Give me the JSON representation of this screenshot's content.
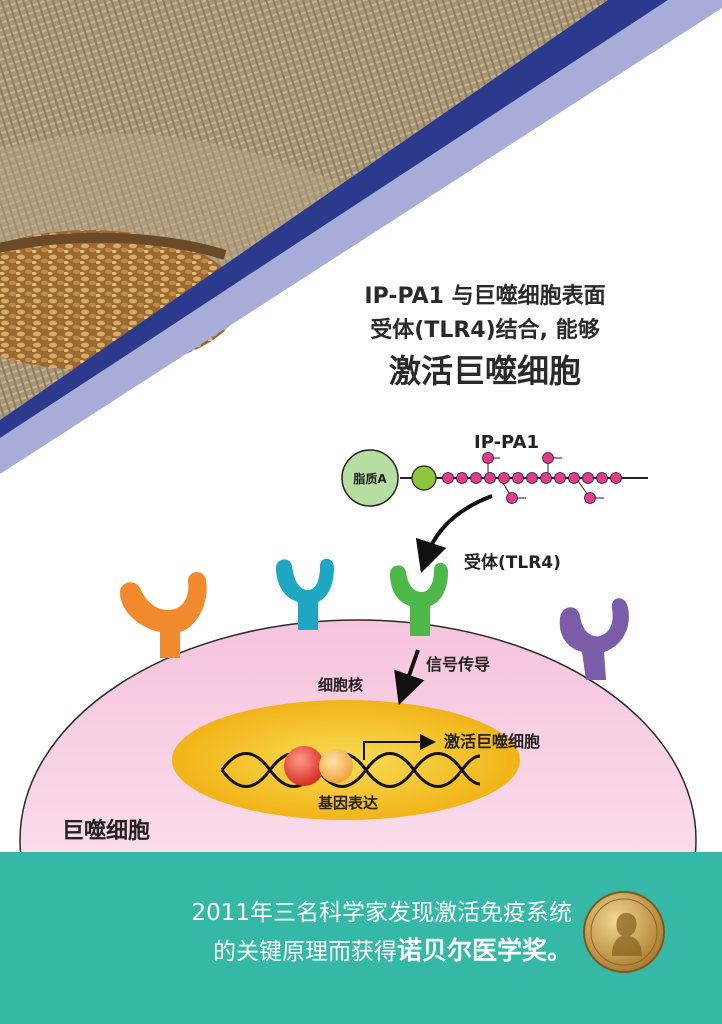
{
  "headline": {
    "line1": "IP-PA1 与巨噬细胞表面",
    "line2": "受体(TLR4)结合, 能够",
    "line3": "激活巨噬细胞"
  },
  "diagram": {
    "molecule_label": "IP-PA1",
    "lipid_a_label": "脂质A",
    "receptor_label": "受体(TLR4)",
    "signal_label": "信号传导",
    "nucleus_label": "细胞核",
    "activation_label": "激活巨噬细胞",
    "gene_expression_label": "基因表达",
    "cell_label": "巨噬细胞"
  },
  "banner": {
    "line1": "2011年三名科学家发现激活免疫系统",
    "line2_prefix": "的关键原理而获得",
    "line2_emphasis": "诺贝尔医学奖。"
  },
  "colors": {
    "navy_stripe": "#2b3a8c",
    "lavender_stripe": "#a7acd8",
    "banner": "#35b9a6",
    "receptor_orange": "#f08a2c",
    "receptor_blue": "#1fa6c2",
    "receptor_green": "#4db848",
    "receptor_purple": "#7b5ca8",
    "chain_beads": "#e03c8f"
  }
}
